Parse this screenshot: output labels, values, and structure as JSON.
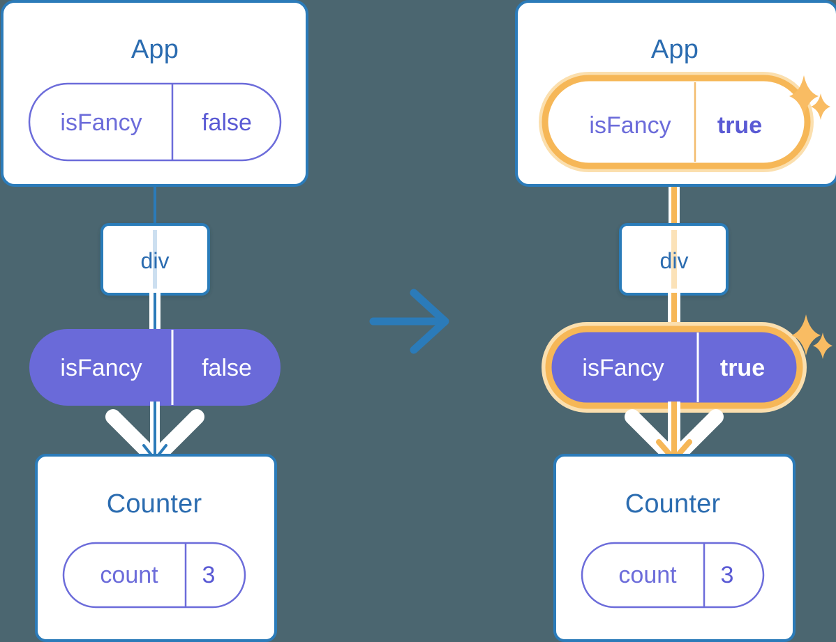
{
  "meta": {
    "background_color": "#4b6670",
    "accent_blue": "#2b7bb9",
    "title_blue": "#2b6cb0",
    "purple_fill": "#6a6ad9",
    "purple_stroke": "#6c6cda",
    "highlight_orange": "#f6b757",
    "highlight_orange_soft": "#fbdfae",
    "white": "#ffffff"
  },
  "diagram": {
    "transition_arrow": {
      "icon": "arrow-right-icon",
      "color": "#2b7bb9"
    },
    "panels": [
      {
        "id": "before",
        "highlighted": false,
        "app": {
          "title": "App",
          "state_pill": {
            "key": "isFancy",
            "value": "false",
            "style": "outline",
            "bold_value": false,
            "highlighted": false
          }
        },
        "div_node": {
          "label": "div"
        },
        "prop_pill": {
          "key": "isFancy",
          "value": "false",
          "style": "solid",
          "bold_value": false,
          "highlighted": false
        },
        "counter": {
          "title": "Counter",
          "state_pill": {
            "key": "count",
            "value": "3",
            "style": "outline",
            "bold_value": false,
            "highlighted": false
          }
        },
        "sparkles": []
      },
      {
        "id": "after",
        "highlighted": true,
        "app": {
          "title": "App",
          "state_pill": {
            "key": "isFancy",
            "value": "true",
            "style": "outline",
            "bold_value": true,
            "highlighted": true
          }
        },
        "div_node": {
          "label": "div"
        },
        "prop_pill": {
          "key": "isFancy",
          "value": "true",
          "style": "solid",
          "bold_value": true,
          "highlighted": true
        },
        "counter": {
          "title": "Counter",
          "state_pill": {
            "key": "count",
            "value": "3",
            "style": "outline",
            "bold_value": false,
            "highlighted": false
          }
        },
        "sparkles": [
          {
            "name": "sparkle-app-state"
          },
          {
            "name": "sparkle-prop-pill"
          }
        ]
      }
    ]
  }
}
